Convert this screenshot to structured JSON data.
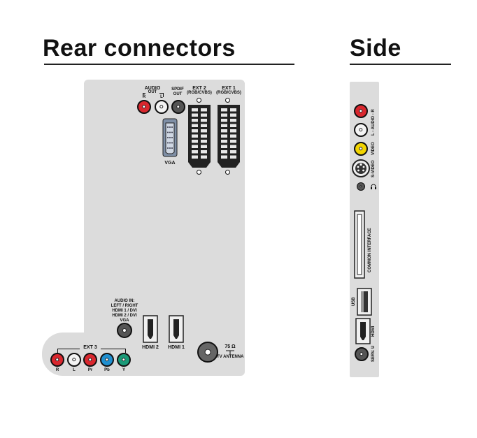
{
  "rear": {
    "heading": "Rear connectors",
    "audio_out": "AUDIO",
    "audio_out_sub": "OUT",
    "audio_r": "R",
    "audio_l": "L",
    "spdif": "SPDIF\nOUT",
    "ext2": "EXT 2",
    "ext2_sub": "(RGB/CVBS)",
    "ext1": "EXT 1",
    "ext1_sub": "(RGB/CVBS)",
    "vga": "VGA",
    "audio_in": "AUDIO IN:\nLEFT / RIGHT\nHDMI 1 / DVI\nHDMI 2 / DVI\nVGA",
    "hdmi2": "HDMI 2",
    "hdmi1": "HDMI 1",
    "ohm": "75 Ω",
    "tv_antenna": "TV ANTENNA",
    "ext3": "EXT 3",
    "ext3_r": "R",
    "ext3_l": "L",
    "ext3_pr": "Pr",
    "ext3_pb": "Pb",
    "ext3_y": "Y"
  },
  "side": {
    "heading": "Side",
    "audio": "L - AUDIO - R",
    "video": "VIDEO",
    "svideo": "S-VIDEO",
    "common_interface": "COMMON INTERFACE",
    "usb": "USB",
    "hdmi": "HDMI",
    "serv": "SERV. U"
  },
  "colors": {
    "panel": "#dcdcdc",
    "red": "#d9272e",
    "white": "#f4f4f4",
    "yellow": "#f2d400",
    "blue": "#1f8fd0",
    "green": "#1a9a78",
    "dark": "#555555"
  }
}
